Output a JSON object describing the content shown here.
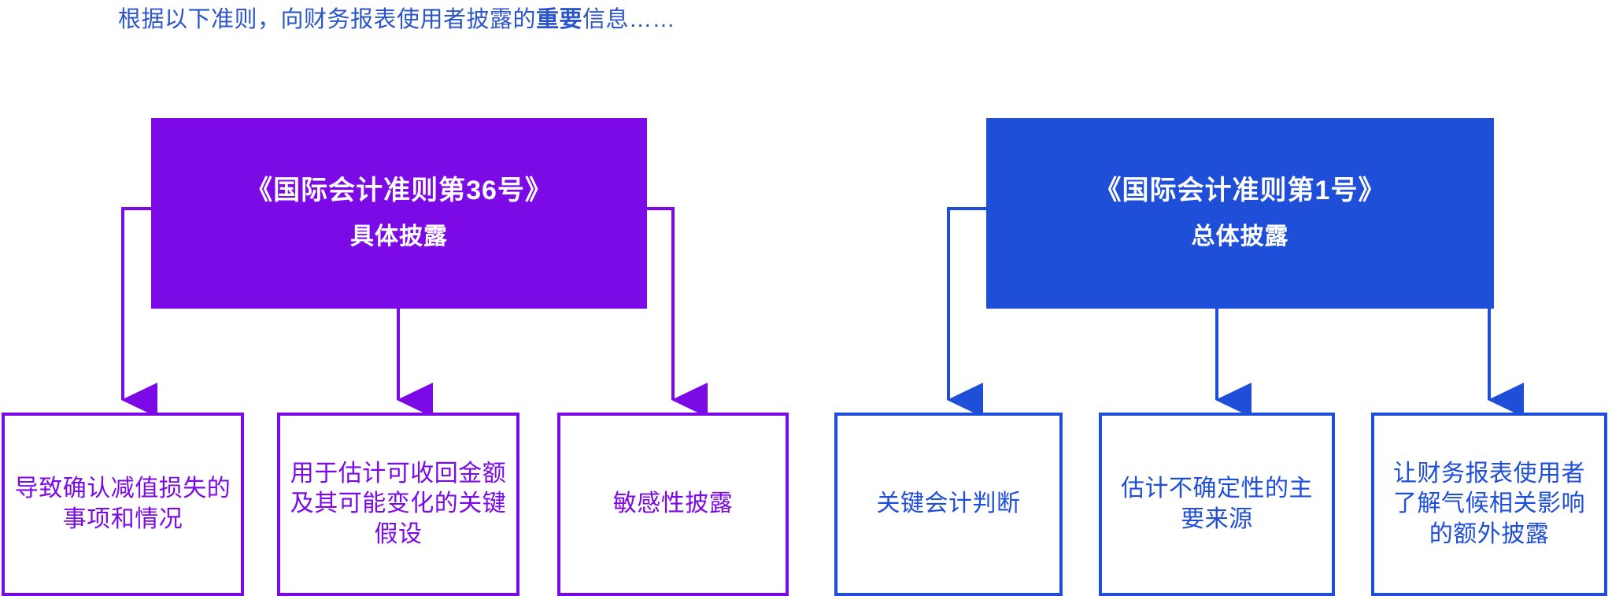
{
  "header": {
    "prefix": "根据以下准则，向财务报表使用者披露的",
    "emphasis": "重要",
    "suffix": "信息……",
    "color": "#2b55c8"
  },
  "colors": {
    "purple": "#7b0ae6",
    "blue": "#1f4ed8",
    "header_blue": "#2b55c8",
    "box_text": "#ffffff",
    "background": "#ffffff"
  },
  "top_nodes": [
    {
      "id": "ias36",
      "title": "《国际会计准则第36号》",
      "subtitle": "具体披露",
      "color": "#7b0ae6"
    },
    {
      "id": "ias1",
      "title": "《国际会计准则第1号》",
      "subtitle": "总体披露",
      "color": "#1f4ed8"
    }
  ],
  "leaf_nodes": [
    {
      "id": "leaf-0",
      "parent": "ias36",
      "label": "导致确认减值损失的事项和情况",
      "color": "#7b0ae6"
    },
    {
      "id": "leaf-1",
      "parent": "ias36",
      "label": "用于估计可收回金额及其可能变化的关键假设",
      "color": "#7b0ae6"
    },
    {
      "id": "leaf-2",
      "parent": "ias36",
      "label": "敏感性披露",
      "color": "#7b0ae6"
    },
    {
      "id": "leaf-3",
      "parent": "ias1",
      "label": "关键会计判断",
      "color": "#1f4ed8"
    },
    {
      "id": "leaf-4",
      "parent": "ias1",
      "label": "估计不确定性的主要来源",
      "color": "#1f4ed8"
    },
    {
      "id": "leaf-5",
      "parent": "ias1",
      "label": "让财务报表使用者了解气候相关影响的额外披露",
      "color": "#1f4ed8"
    }
  ],
  "connectors": [
    {
      "id": "conn-ias36-leaf-0",
      "from": "ias36",
      "to": "leaf-0",
      "shape": "elbow-left",
      "arrow": "arrow-down-icon"
    },
    {
      "id": "conn-ias36-leaf-1",
      "from": "ias36",
      "to": "leaf-1",
      "shape": "straight",
      "arrow": "arrow-down-icon"
    },
    {
      "id": "conn-ias36-leaf-2",
      "from": "ias36",
      "to": "leaf-2",
      "shape": "elbow-right",
      "arrow": "arrow-down-icon"
    },
    {
      "id": "conn-ias1-leaf-3",
      "from": "ias1",
      "to": "leaf-3",
      "shape": "elbow-left",
      "arrow": "arrow-down-icon"
    },
    {
      "id": "conn-ias1-leaf-4",
      "from": "ias1",
      "to": "leaf-4",
      "shape": "straight",
      "arrow": "arrow-down-icon"
    },
    {
      "id": "conn-ias1-leaf-5",
      "from": "ias1",
      "to": "leaf-5",
      "shape": "elbow-right",
      "arrow": "arrow-down-icon"
    }
  ]
}
